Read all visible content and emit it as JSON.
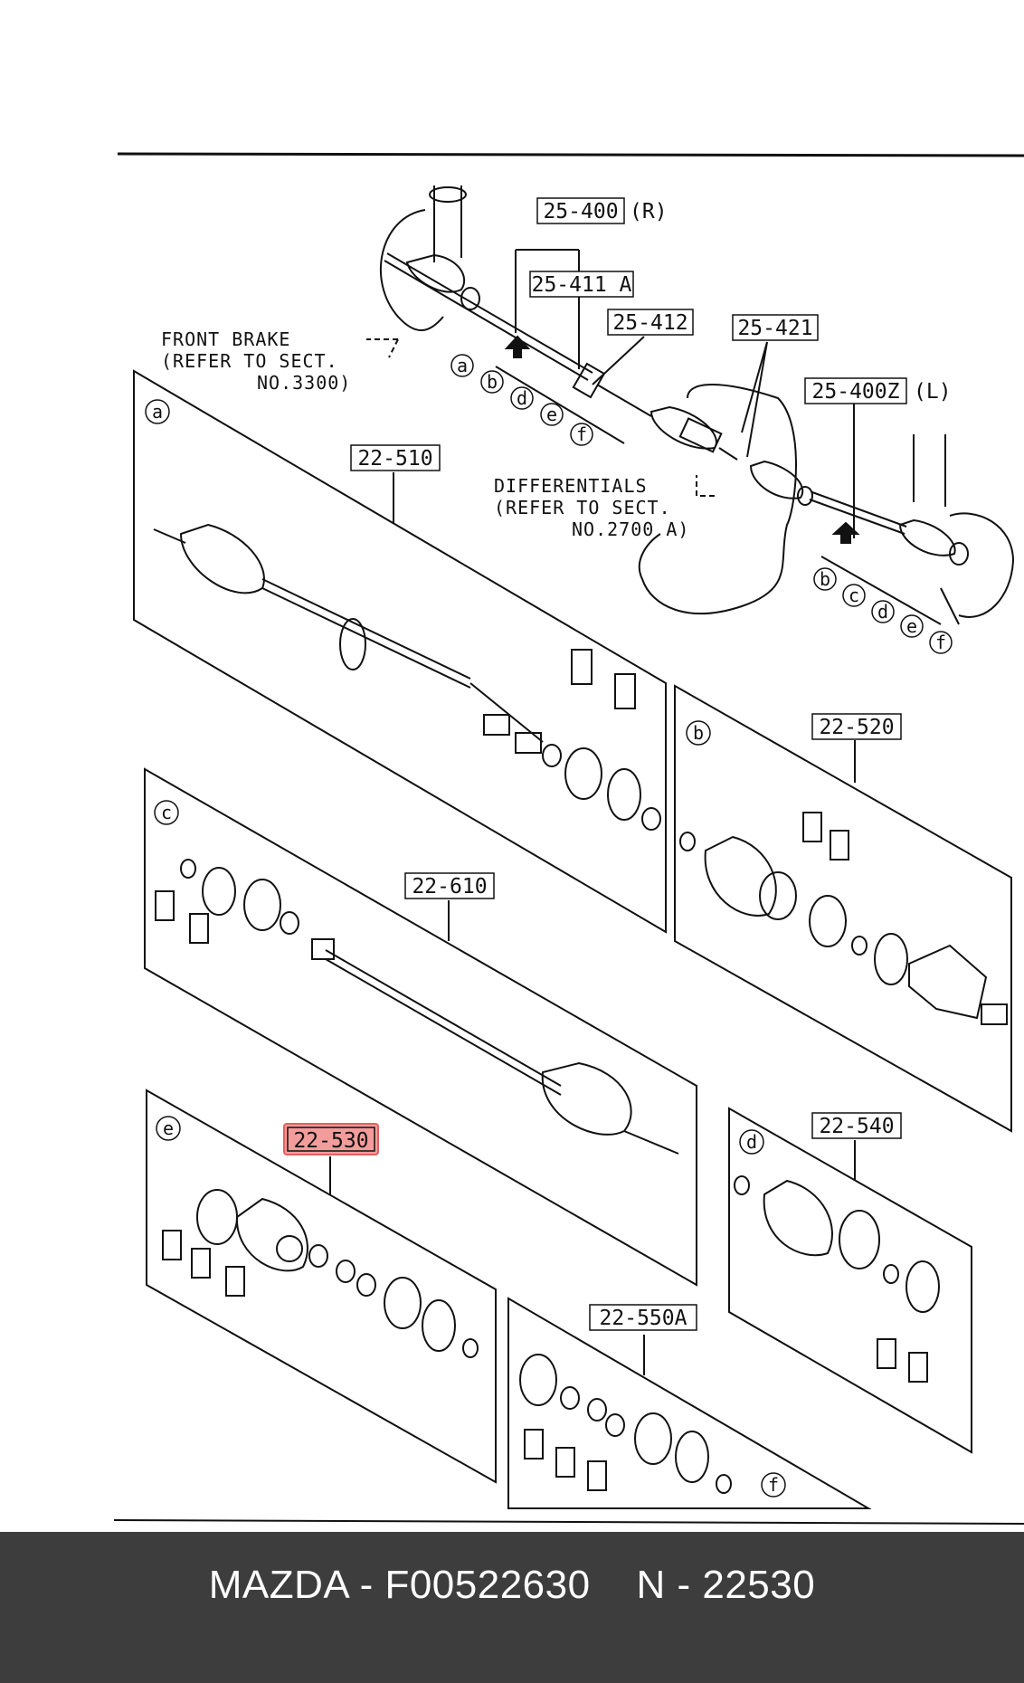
{
  "labels": {
    "l_25_400": "25-400",
    "r_side": "(R)",
    "l_25_411a": "25-411 A",
    "l_25_412": "25-412",
    "l_25_421": "25-421",
    "l_25_400z": "25-400Z",
    "l_side": "(L)",
    "l_22_510": "22-510",
    "l_22_520": "22-520",
    "l_22_610": "22-610",
    "l_22_530": "22-530",
    "l_22_540": "22-540",
    "l_22_550a": "22-550A"
  },
  "notes": {
    "front_brake": [
      "FRONT BRAKE",
      "(REFER TO SECT.",
      "NO.3300)"
    ],
    "differentials": [
      "DIFFERENTIALS",
      "(REFER TO SECT.",
      "NO.2700 A)"
    ]
  },
  "letters": {
    "a": "a",
    "b": "b",
    "c": "c",
    "d": "d",
    "e": "e",
    "f": "f"
  },
  "caption": "MAZDA - F00522630    N - 22530",
  "colors": {
    "highlight_fill": "#f28b8b",
    "highlight_stroke": "#e04646",
    "caption_bg": "#3d3d3d"
  }
}
